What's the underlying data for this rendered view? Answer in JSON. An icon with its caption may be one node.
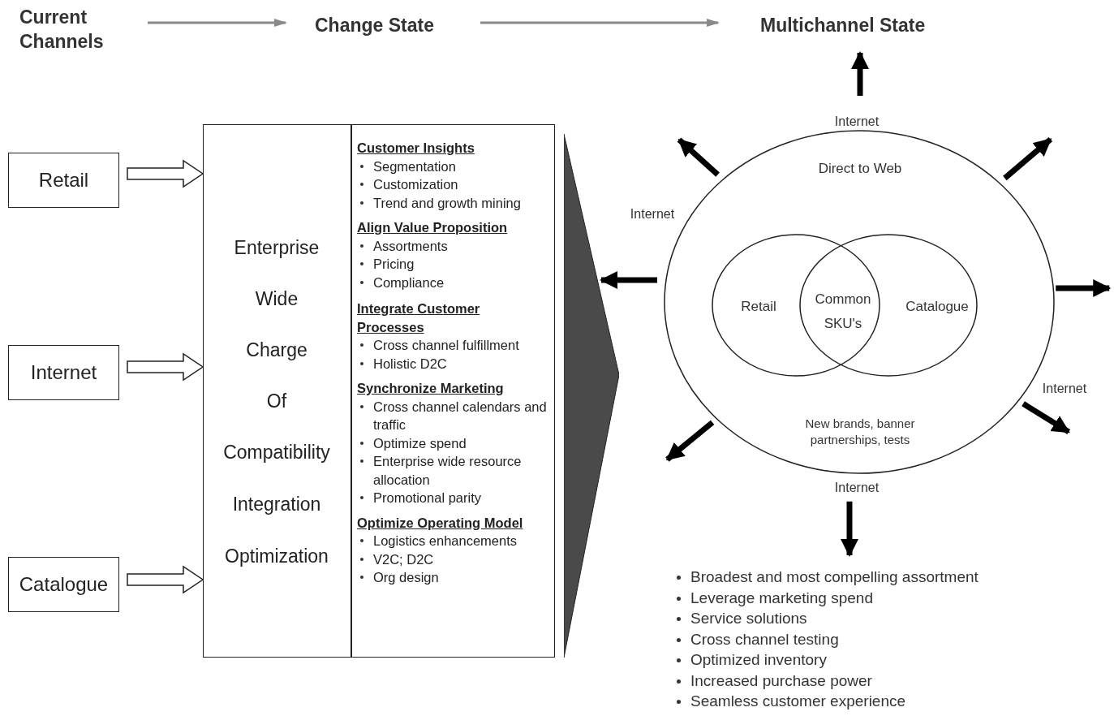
{
  "diagram": {
    "nodes": [
      {
        "text": [
          "Current Channels"
        ]
      },
      {
        "text": [
          "Change State"
        ]
      },
      {
        "text": [
          "Multichannel State"
        ]
      },
      {
        "text": [
          "Retail"
        ]
      },
      {
        "text": [
          "Internet"
        ]
      },
      {
        "text": [
          "Catalogue"
        ]
      },
      {
        "text": [
          "Enterprise",
          "Wide",
          "Charge",
          "Of",
          "Compatibility",
          "Integration",
          "Optimization"
        ]
      },
      {
        "text": [
          "Customer Insights",
          "Segmentation",
          "Customization",
          "Trend and growth mining"
        ],
        "in": 6
      },
      {
        "text": [
          "Align Value Proposition",
          "Assortments",
          "Pricing",
          "Compliance"
        ],
        "in": 6
      },
      {
        "text": [
          "Integrate Customer Processes",
          "Cross channel fulfillment",
          "Holistic D2C"
        ],
        "in": 6
      },
      {
        "text": [
          "Synchronize Marketing",
          "Cross channel calendars and traffic",
          "Optimize spend",
          "Enterprise wide resource allocation",
          "Promotional parity"
        ],
        "in": 6
      },
      {
        "text": [
          "Optimize Operating Model",
          "Logistics enhancements",
          "V2C; D2C",
          "Org design"
        ],
        "in": 6
      },
      {
        "text": [],
        "shape": "triangle"
      },
      {
        "text": [
          "Direct to Web",
          "New brands, banner partnerships, tests"
        ]
      },
      {
        "text": [
          "Retail"
        ],
        "in": 13
      },
      {
        "text": [
          "Catalogue"
        ],
        "in": 13
      },
      {
        "text": [
          "Broadest and most compelling assortment",
          "Leverage marketing spend",
          "Service solutions",
          "Cross channel testing",
          "Optimized inventory",
          "Increased purchase power",
          "Seamless customer experience"
        ]
      }
    ],
    "edges": [
      {
        "from": 0,
        "to": 1,
        "arrow": "to",
        "color": "#8a8a8a"
      },
      {
        "from": 1,
        "to": 2,
        "arrow": "to",
        "color": "#8a8a8a"
      },
      {
        "from": 3,
        "to": 6,
        "arrow": "to",
        "style": "thick"
      },
      {
        "from": 4,
        "to": 6,
        "arrow": "to",
        "style": "thick"
      },
      {
        "from": 5,
        "to": 6,
        "arrow": "to",
        "style": "thick"
      },
      {
        "from": 13,
        "to": 2,
        "arrow": "to"
      },
      {
        "from": 13,
        "to": null,
        "arrow": "to"
      },
      {
        "from": 13,
        "to": null,
        "arrow": "to"
      },
      {
        "from": 13,
        "to": 12,
        "arrow": "to"
      },
      {
        "from": 13,
        "to": null,
        "arrow": "to"
      },
      {
        "from": 13,
        "to": null,
        "arrow": "to"
      },
      {
        "from": 13,
        "to": null,
        "arrow": "to"
      },
      {
        "from": 13,
        "to": 16,
        "arrow": "to"
      }
    ],
    "labels": [
      "Internet",
      "Internet",
      "Common SKU's",
      "Internet",
      "Internet"
    ]
  }
}
